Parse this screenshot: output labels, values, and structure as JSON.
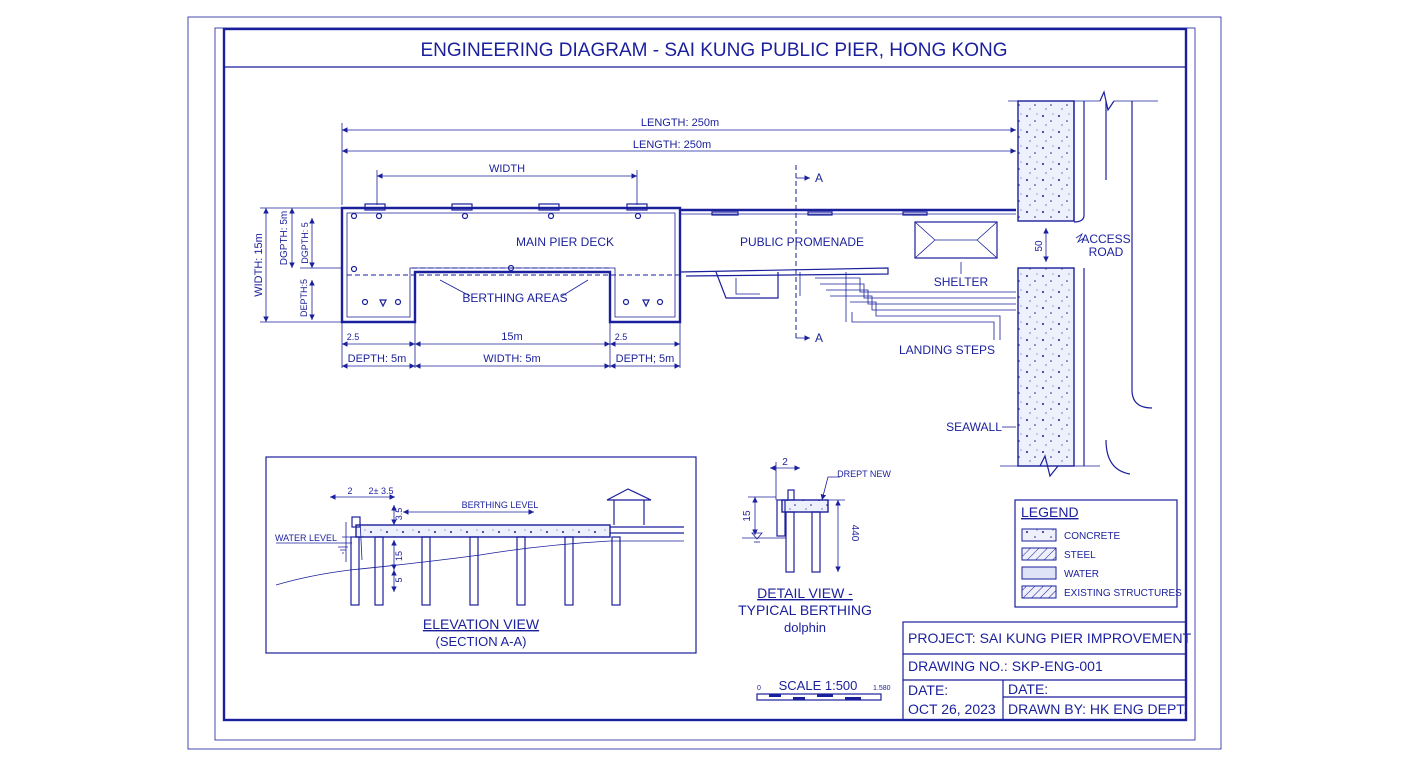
{
  "title": "ENGINEERING DIAGRAM - SAI KUNG PUBLIC PIER, HONG KONG",
  "plan": {
    "length_top": "LENGTH: 250m",
    "length_second": "LENGTH: 250m",
    "width_top": "WIDTH",
    "main_pier_deck": "MAIN PIER DECK",
    "public_promenade": "PUBLIC PROMENADE",
    "berthing_areas": "BERTHING AREAS",
    "width_left": "WIDTH: 15m",
    "depth_left_1": "DGPTH: 5m",
    "depth_left_2": "DGPTH: 5",
    "depth_left_3": "DEPTH:5",
    "dim_15m": "15m",
    "dim_small_left": "2.5",
    "dim_small_right": "2.5",
    "depth_bottom_left": "DEPTH: 5m",
    "width_bottom": "WIDTH: 5m",
    "depth_bottom_right": "DEPTH; 5m",
    "section_a_top": "A",
    "section_a_bottom": "A",
    "shelter": "SHELTER",
    "landing_steps": "LANDING STEPS",
    "seawall": "SEAWALL",
    "access_road": "ACCESS ROAD",
    "gap_dim": "50"
  },
  "elevation": {
    "dim_2": "2",
    "dim_2_5": "2± 3.5",
    "berthing_level": "BERTHING LEVEL",
    "water_level": "WATER LEVEL",
    "dim_3_5": "3.5",
    "dim_15": "15",
    "dim_5": "5",
    "caption_1": "ELEVATION VIEW",
    "caption_2": "(SECTION A-A)"
  },
  "detail": {
    "dim_2": "2",
    "drept_new": "DREPT NEW",
    "dim_15": "15",
    "dim_440": "440",
    "caption_1": "DETAIL VIEW -",
    "caption_2": "TYPICAL BERTHING",
    "caption_3": "dolphin"
  },
  "legend": {
    "title": "LEGEND",
    "items": [
      {
        "label": "CONCRETE",
        "pattern": "concrete"
      },
      {
        "label": "STEEL",
        "pattern": "hatch"
      },
      {
        "label": "WATER",
        "pattern": "water"
      },
      {
        "label": "EXISTING STRUCTURES",
        "pattern": "hatch"
      }
    ]
  },
  "scale": {
    "label": "SCALE 1:500",
    "left_tick": "0",
    "right_tick": "1.580"
  },
  "title_block": {
    "project": "PROJECT: SAI KUNG PIER IMPROVEMENT",
    "drawing_no": "DRAWING NO.: SKP-ENG-001",
    "date_label_left": "DATE:",
    "date_value": "OCT 26, 2023",
    "date_label_right": "DATE:",
    "drawn_by": "DRAWN BY: HK ENG DEPT."
  },
  "colors": {
    "ink": "#1a1f9c",
    "paper": "#ffffff"
  }
}
